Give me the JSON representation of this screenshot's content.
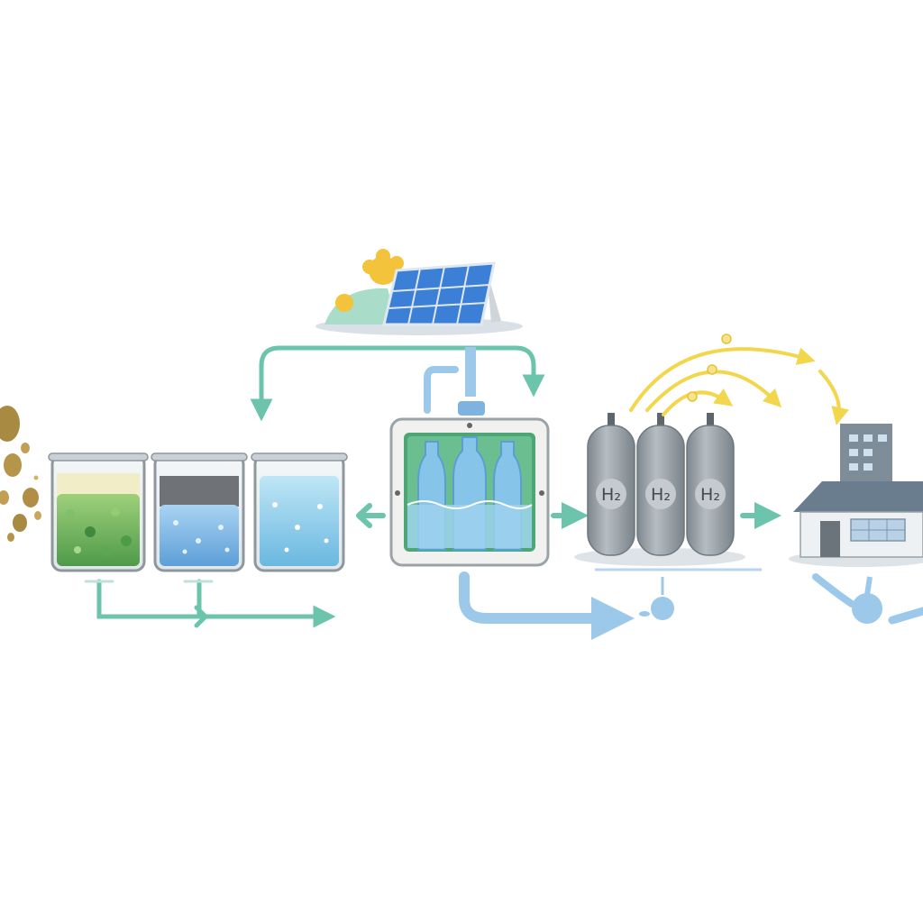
{
  "diagram": {
    "stages": [
      {
        "name": "wastewater-input",
        "icon": "sludge-droplets-icon"
      },
      {
        "name": "pretreatment-beakers",
        "icon": "beaker-icon"
      },
      {
        "name": "solar-power",
        "icon": "solar-panel-icon"
      },
      {
        "name": "electrolyzer",
        "icon": "electrolyzer-icon"
      },
      {
        "name": "hydrogen-storage",
        "icon": "gas-cylinder-icon"
      },
      {
        "name": "end-user-building",
        "icon": "building-icon"
      }
    ],
    "tanks": [
      {
        "label": "H₂"
      },
      {
        "label": "H₂"
      },
      {
        "label": "H₂"
      }
    ],
    "colors": {
      "flow_arrow": "#6cc4ad",
      "water_flow": "#9cc8ea",
      "energy_arrow": "#f2d64b",
      "cylinder": "#9aa3aa",
      "solar_panel": "#3b7fd6"
    }
  }
}
